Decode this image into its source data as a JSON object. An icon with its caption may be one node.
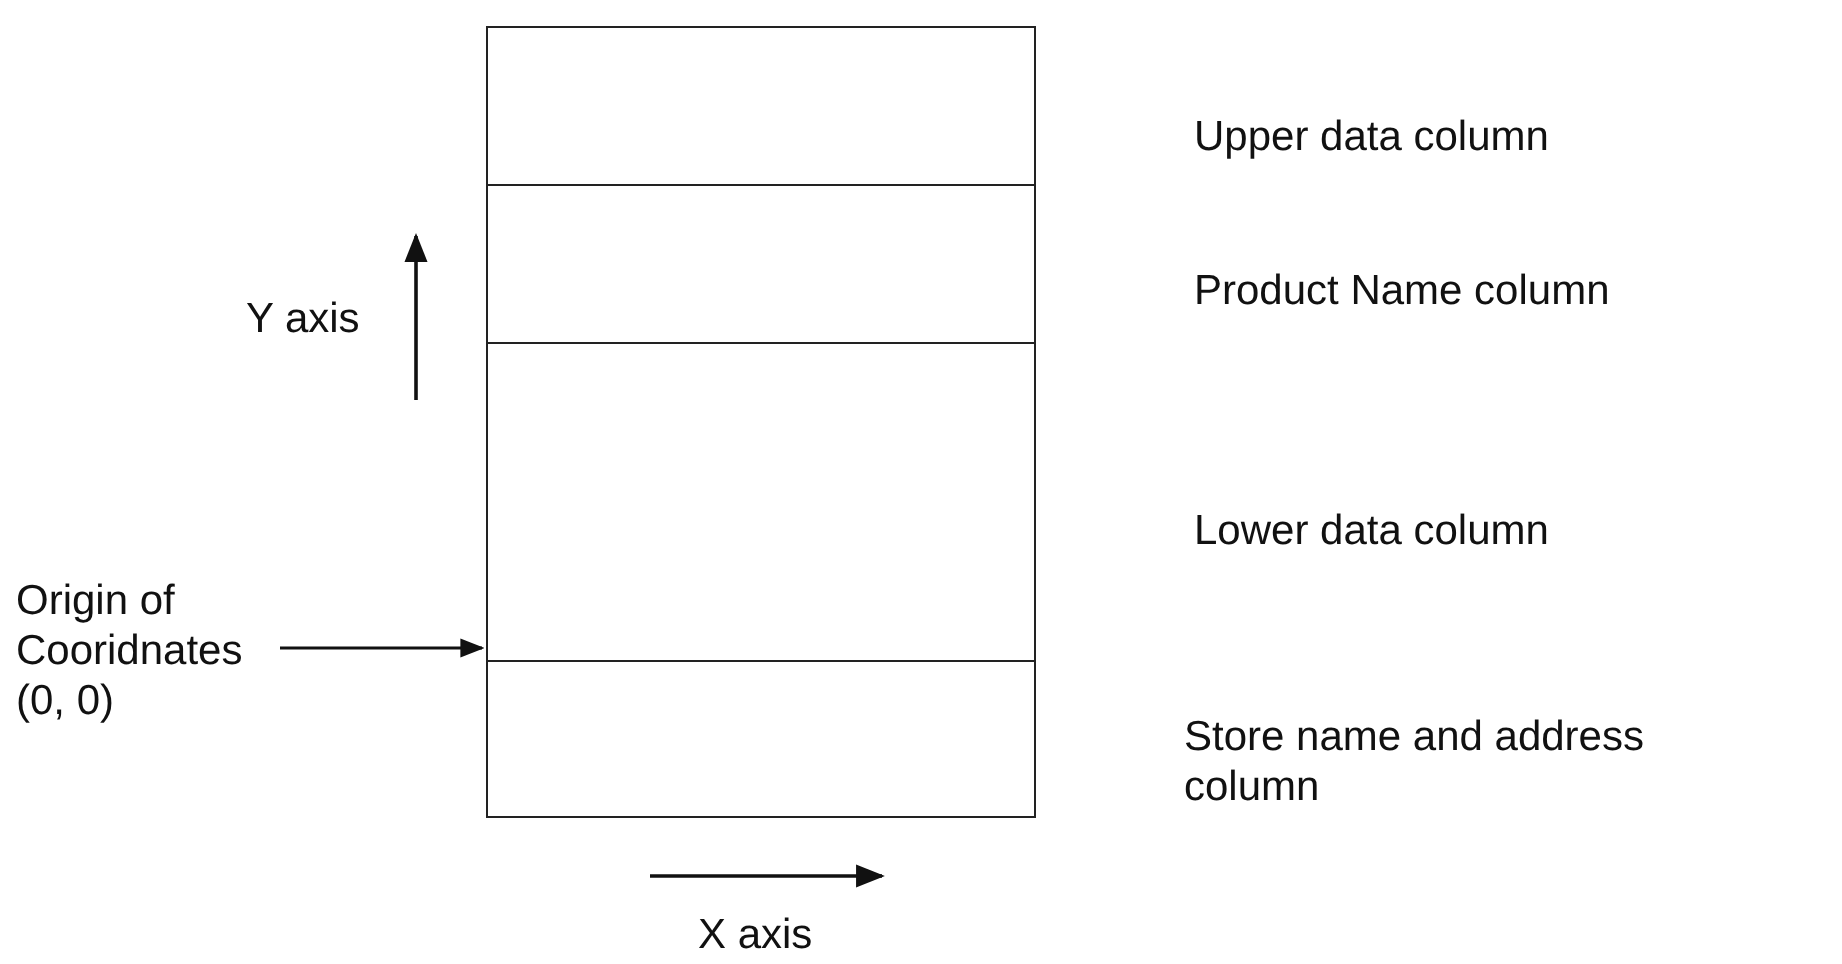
{
  "diagram": {
    "nodes": [
      {
        "text": [],
        "shape": "box",
        "beside": [
          "Upper data column"
        ]
      },
      {
        "text": [],
        "shape": "box",
        "beside": [
          "Product Name column"
        ]
      },
      {
        "text": [],
        "shape": "box",
        "beside": [
          "Lower data column"
        ]
      },
      {
        "text": [],
        "shape": "box",
        "beside": [
          "Store name and address column"
        ]
      },
      {
        "text": [
          "Origin of Cooridnates",
          "(0, 0)"
        ]
      }
    ],
    "edges": [
      {
        "from": 4,
        "to": 3,
        "arrow": "to"
      }
    ],
    "labels": [
      "Y axis",
      "X axis"
    ]
  }
}
